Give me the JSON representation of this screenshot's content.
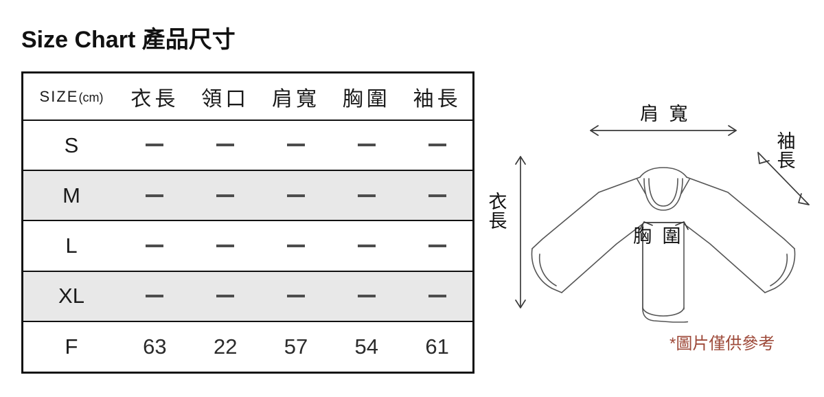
{
  "title": "Size Chart 產品尺寸",
  "table": {
    "headers": [
      {
        "id": "size",
        "label": "SIZE",
        "unit": "(cm)"
      },
      {
        "id": "length",
        "label": "衣長"
      },
      {
        "id": "neck",
        "label": "領口"
      },
      {
        "id": "shoulder",
        "label": "肩寬"
      },
      {
        "id": "chest",
        "label": "胸圍"
      },
      {
        "id": "sleeve",
        "label": "袖長"
      }
    ],
    "rows": [
      {
        "size": "S",
        "values": [
          "—",
          "—",
          "—",
          "—",
          "—"
        ],
        "shaded": false
      },
      {
        "size": "M",
        "values": [
          "—",
          "—",
          "—",
          "—",
          "—"
        ],
        "shaded": true
      },
      {
        "size": "L",
        "values": [
          "—",
          "—",
          "—",
          "—",
          "—"
        ],
        "shaded": false
      },
      {
        "size": "XL",
        "values": [
          "—",
          "—",
          "—",
          "—",
          "—"
        ],
        "shaded": true
      },
      {
        "size": "F",
        "values": [
          "63",
          "22",
          "57",
          "54",
          "61"
        ],
        "shaded": false
      }
    ]
  },
  "diagram": {
    "labels": {
      "shoulder": "肩 寬",
      "sleeve": "袖長",
      "length": "衣長",
      "chest": "胸 圍"
    },
    "footnote": "*圖片僅供參考"
  },
  "colors": {
    "border": "#111111",
    "shaded_row": "#e8e8e8",
    "footnote": "#9e4a3a",
    "garment_stroke": "#555555",
    "dash": "#4d4d4d"
  }
}
